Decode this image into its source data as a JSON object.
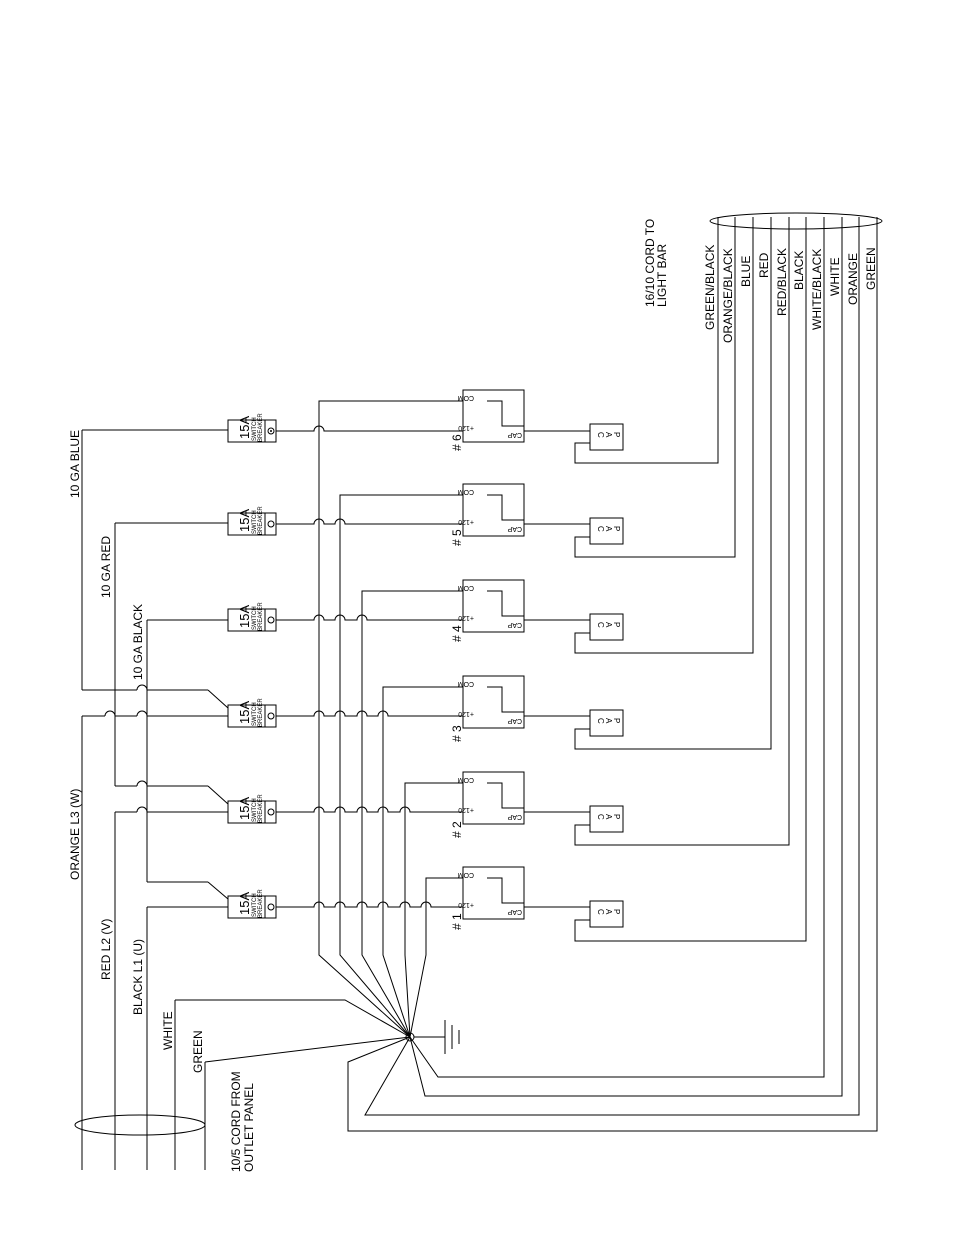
{
  "cord_in": {
    "title_line1": "10/5  CORD FROM",
    "title_line2": "OUTLET PANEL",
    "wires": [
      "ORANGE  L3 (W)",
      "RED   L2 (V)",
      "BLACK    L1 (U)",
      "WHITE",
      "GREEN"
    ]
  },
  "feeders": [
    "10 GA  BLUE",
    "10 GA  RED",
    "10 GA BLACK"
  ],
  "breaker": {
    "rating": "15A",
    "line1": "SWITCH",
    "line2": "BREAKER"
  },
  "circuits": [
    "# 1",
    "# 2",
    "# 3",
    "# 4",
    "# 5",
    "# 6"
  ],
  "relay": {
    "com": "COM",
    "v120": "+120",
    "cap": "CAP"
  },
  "cap_label": [
    "C",
    "A",
    "P"
  ],
  "cord_out": {
    "title_line1": "16/10 CORD TO",
    "title_line2": "LIGHT BAR",
    "wires": [
      "GREEN/BLACK",
      "ORANGE/BLACK",
      "BLUE",
      "RED",
      "RED/BLACK",
      "BLACK",
      "WHITE/BLACK",
      "WHITE",
      "ORANGE",
      "GREEN"
    ]
  }
}
